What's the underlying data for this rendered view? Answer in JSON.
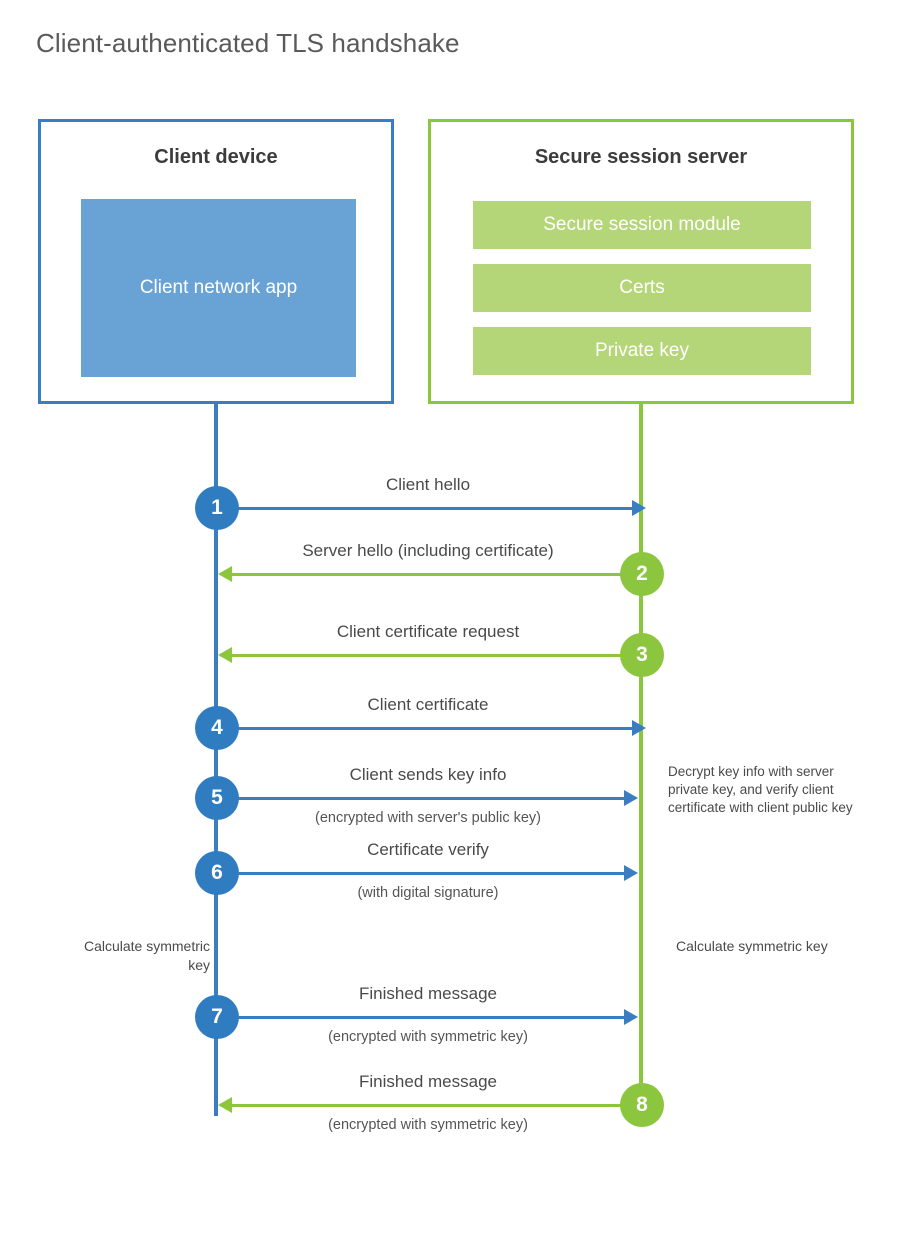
{
  "title": "Client-authenticated TLS handshake",
  "colors": {
    "blue_border": "#3a7dc0",
    "blue_fill": "#69a3d6",
    "blue_circle": "#2f7dc0",
    "green_border": "#8cc63e",
    "green_fill": "#b5d678",
    "green_circle": "#8cc63e",
    "title_text": "#5a5a5a",
    "label_text": "#4a4a4a"
  },
  "actors": {
    "client": {
      "title": "Client device",
      "blocks": [
        {
          "label": "Client network app"
        }
      ]
    },
    "server": {
      "title": "Secure session server",
      "blocks": [
        {
          "label": "Secure session module"
        },
        {
          "label": "Certs"
        },
        {
          "label": "Private key"
        }
      ]
    }
  },
  "messages": [
    {
      "step": "1",
      "label": "Client hello",
      "sublabel": "",
      "direction": "client-to-server",
      "color": "blue"
    },
    {
      "step": "2",
      "label": "Server hello (including certificate)",
      "sublabel": "",
      "direction": "server-to-client",
      "color": "green"
    },
    {
      "step": "3",
      "label": "Client certificate request",
      "sublabel": "",
      "direction": "server-to-client",
      "color": "green"
    },
    {
      "step": "4",
      "label": "Client certificate",
      "sublabel": "",
      "direction": "client-to-server",
      "color": "blue"
    },
    {
      "step": "5",
      "label": "Client sends key info",
      "sublabel": "(encrypted with server's public key)",
      "direction": "client-to-server",
      "color": "blue"
    },
    {
      "step": "6",
      "label": "Certificate verify",
      "sublabel": "(with digital signature)",
      "direction": "client-to-server",
      "color": "blue"
    },
    {
      "step": "7",
      "label": "Finished message",
      "sublabel": "(encrypted with symmetric key)",
      "direction": "client-to-server",
      "color": "blue"
    },
    {
      "step": "8",
      "label": "Finished message",
      "sublabel": "(encrypted with symmetric key)",
      "direction": "server-to-client",
      "color": "green"
    }
  ],
  "annotations": {
    "server_decrypt": "Decrypt key info with server private key, and verify client certificate with client public key",
    "client_calculate": "Calculate symmetric key",
    "server_calculate": "Calculate symmetric key"
  }
}
